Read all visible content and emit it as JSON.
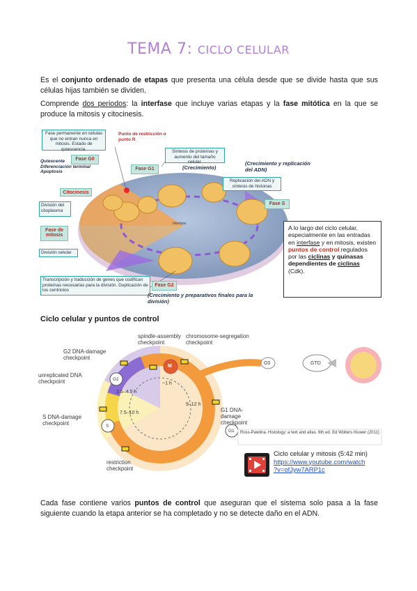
{
  "title": {
    "main": "TEMA 7:",
    "sub": "CICLO CELULAR"
  },
  "intro1": {
    "t1": "Es el ",
    "b1": "conjunto ordenado de etapas",
    "t2": " que presenta una célula desde que se divide hasta que sus células hijas también se dividen."
  },
  "intro2": {
    "t1": "Comprende ",
    "u1": "dos periodos",
    "t2": ": la ",
    "b1": "interfase",
    "t3": " que incluye varias etapas y la ",
    "b2": "fase mitótica",
    "t4": " en la que se produce la mitosis y citocinesis."
  },
  "fig1": {
    "quiescence_box": "Fase permanente en células que no entran nunca en mitosis. Estado de quiescencia.",
    "restriction": "Punto de restricción o punto R",
    "synthesis_box": "Síntesis de proteínas y aumento del tamaño celular.",
    "quiescente": "Quiescente\nDiferenciación terminal\nApoptosis",
    "fase_g0": "Fase G0",
    "fase_g1": "Fase G1",
    "crecimiento": "(Crecimiento)",
    "crec_repl": "(Crecimiento y replicación del ADN)",
    "replication_box": "Replicación del ADN y síntesis de histonas",
    "fase_s": "Fase S",
    "citocinesis": "Citocinesis",
    "division_cito": "División del citoplasma",
    "fase_mitosis": "Fase de mitosis",
    "division_celular": "División celular",
    "interfase_label": "Interfase",
    "transcription_box": "Transcripción y traducción de genes que codifican proteínas necesarias para la división. Duplicación de los centriolos",
    "fase_g2": "Fase G2",
    "crec_prep": "(Crecimiento y preparativos finales para la división)",
    "note": {
      "t1": "A lo largo del ciclo celular, especialmente en las entradas en ",
      "u1": "interfase",
      "t2": " y en mitosis, existen ",
      "r1": "puntos de control",
      "t3": " regulados por las ",
      "u2": "ciclinas",
      "t4": " y quinasas dependientes de ",
      "u3": "ciclinas",
      "t5": " (Cdk)."
    }
  },
  "heading2": "Ciclo celular y puntos de control",
  "fig2": {
    "spindle": "spindle-assembly checkpoint",
    "chromo": "chromosome-segregation checkpoint",
    "g2_damage": "G2 DNA-damage checkpoint",
    "unreplicated": "unreplicated DNA checkpoint",
    "s_damage": "S DNA-damage checkpoint",
    "restriction": "restriction checkpoint",
    "g1_damage": "G1 DNA-damage checkpoint",
    "g0": "G0",
    "gtd": "GTD",
    "m": "M",
    "g2": "G2",
    "s": "S",
    "g1": "G1",
    "t_1h": "~1 h",
    "t_g2": "3.5–4.5 h",
    "t_g1": "9–12 h",
    "t_s": "7.5–10 h",
    "source": "Ross-Pawlina. Histology: a text and atlas. 6th ed. Ed Wolters Kluwer (2011)",
    "video_title": "Ciclo celular y mitosis (5:42 min)",
    "video_link1": "https://www.youtube.com/watch",
    "video_link2": "?v=ofJyw7ARP1c"
  },
  "closing": {
    "t1": "Cada fase contiene varios ",
    "b1": "puntos de control",
    "t2": " que aseguran que el sistema solo pasa a la fase siguiente cuando la etapa anterior se ha completado y no se detecte daño en el ADN."
  },
  "colors": {
    "title": "#b27fd4",
    "accent_red": "#d12a1a",
    "link": "#1f4fd6"
  }
}
